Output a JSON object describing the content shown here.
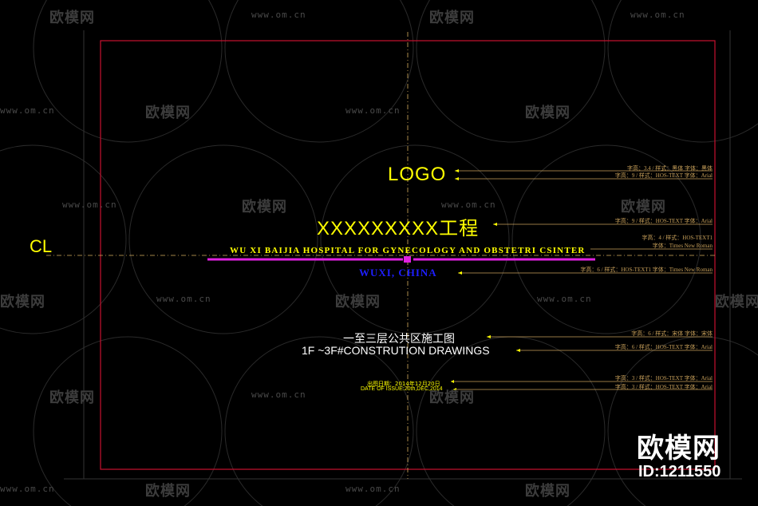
{
  "watermark": {
    "brand_cn": "欧模网",
    "url": "www.om.cn"
  },
  "titleblock": {
    "logo": "LOGO",
    "project": "XXXXXXXXX工程",
    "hospital_name": "WU XI BAIJIA HOSPITAL FOR GYNECOLOGY AND OBSTETRI CSINTER",
    "city": "WUXI, CHINA",
    "drawing_title_cn": "一至三层公共区施工图",
    "drawing_title_en": "1F ~3F#CONSTRUTION DRAWINGS",
    "issue_date_cn": "出图日期：2014年12月20日",
    "issue_date_en": "DATE OF ISSUE:20th,DEC,2014",
    "centerline_mark": "CL"
  },
  "annotations": [
    "字高：3.4 / 样式：黑体 字体：黑体",
    "字高：9 / 样式：HOS-TEXT 字体：Arial",
    "字高：9 / 样式：HOS-TEXT 字体：Arial",
    "字高：4 / 样式：HOS-TEXT1",
    "字体：Times New Roman",
    "字高：6 / 样式：HOS-TEXT1 字体：Times New Roman",
    "字高：6 / 样式：宋体 字体：宋体",
    "字高：6 / 样式：HOS-TEXT 字体：Arial",
    "字高：3 / 样式：HOS-TEXT 字体：Arial",
    "字高：3 / 样式：HOS-TEXT 字体：Arial"
  ],
  "brand": {
    "name": "欧模网",
    "id": "ID:1211550"
  },
  "colors": {
    "frame": "#c8102e",
    "text_yellow": "#ffff00",
    "text_blue": "#1e1eff",
    "bar_magenta": "#e020e0",
    "leader": "#c8a05a"
  }
}
